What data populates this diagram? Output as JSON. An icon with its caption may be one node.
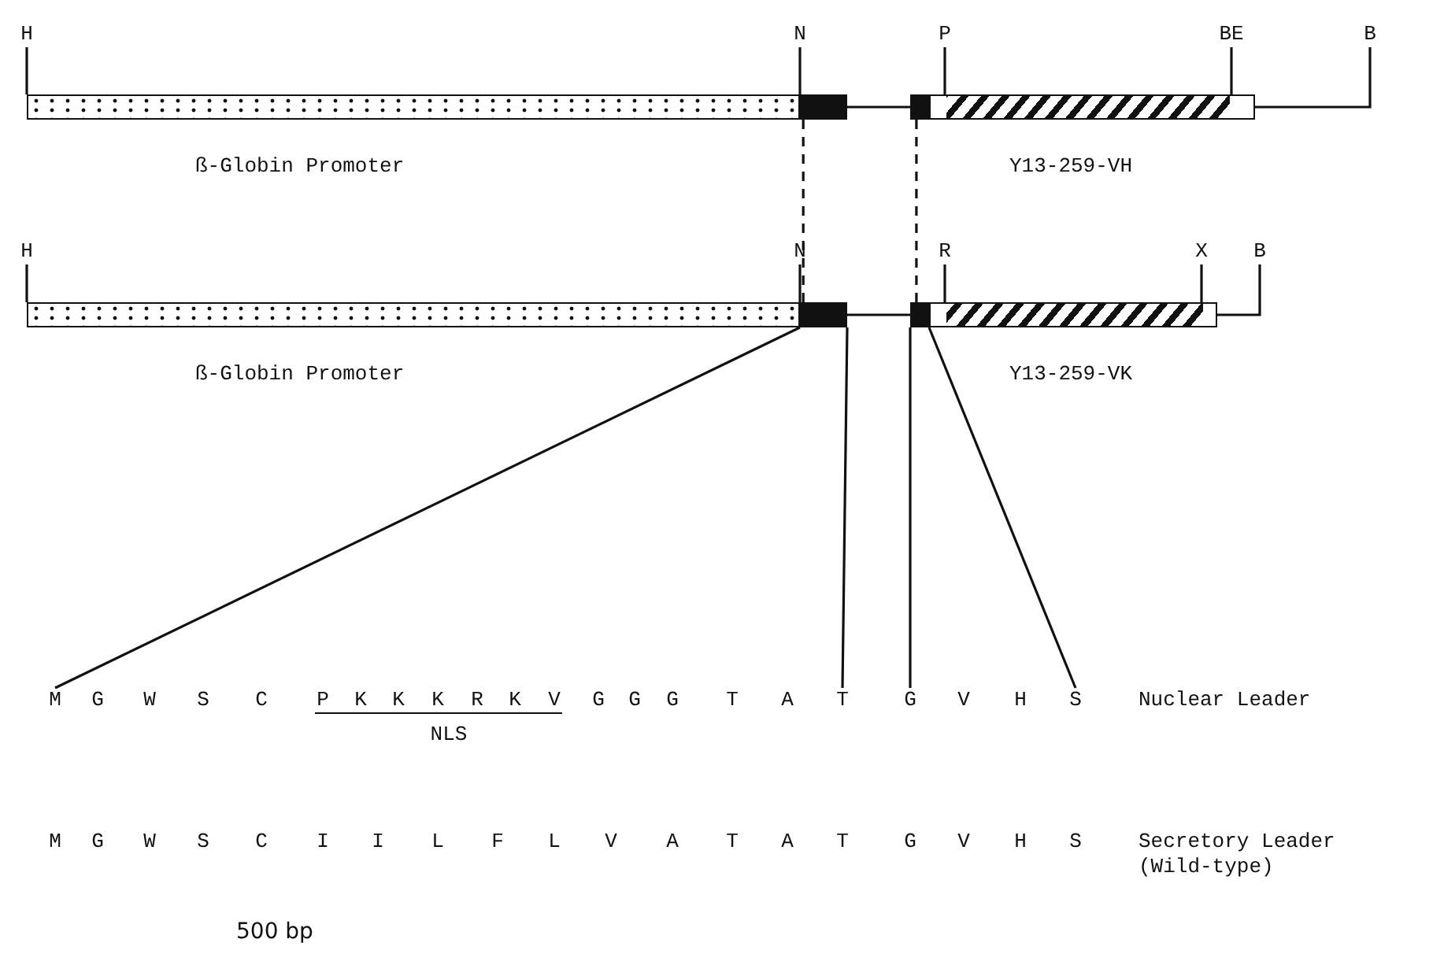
{
  "diagram": {
    "nodes": [
      {
        "text": [
          "ß-Globin Promoter"
        ]
      },
      {
        "text": [],
        "shape": "bar"
      },
      {
        "text": [],
        "shape": "bar"
      },
      {
        "text": [
          "Y13-259-VH"
        ]
      },
      {
        "text": [
          "ß-Globin Promoter"
        ]
      },
      {
        "text": [],
        "shape": "bar"
      },
      {
        "text": [],
        "shape": "bar"
      },
      {
        "text": [
          "Y13-259-VK"
        ]
      },
      {
        "text": [
          "M"
        ]
      },
      {
        "text": [
          "T"
        ]
      },
      {
        "text": [
          "G"
        ]
      },
      {
        "text": [
          "S"
        ]
      },
      {
        "text": [
          "H"
        ]
      },
      {
        "text": [
          "N"
        ]
      },
      {
        "text": [
          "P"
        ]
      },
      {
        "text": [
          "BE"
        ]
      },
      {
        "text": [
          "B"
        ]
      },
      {
        "text": [
          "H"
        ]
      },
      {
        "text": [
          "N"
        ]
      },
      {
        "text": [
          "R"
        ]
      },
      {
        "text": [
          "X"
        ]
      },
      {
        "text": [
          "B"
        ]
      }
    ],
    "edges": [
      {
        "from": 1,
        "to": 5,
        "arrow": "none",
        "style": "dashed"
      },
      {
        "from": 2,
        "to": 6,
        "arrow": "none",
        "style": "dashed"
      },
      {
        "from": 1,
        "to": 2,
        "arrow": "none"
      },
      {
        "from": 5,
        "to": 6,
        "arrow": "none"
      },
      {
        "from": 5,
        "to": 8,
        "arrow": "none"
      },
      {
        "from": 5,
        "to": 9,
        "arrow": "none"
      },
      {
        "from": 6,
        "to": 10,
        "arrow": "none"
      },
      {
        "from": 6,
        "to": 11,
        "arrow": "none"
      },
      {
        "from": 12,
        "to": 0,
        "arrow": "none"
      },
      {
        "from": 13,
        "to": 1,
        "arrow": "none"
      },
      {
        "from": 14,
        "to": 3,
        "arrow": "none"
      },
      {
        "from": 15,
        "to": 3,
        "arrow": "none"
      },
      {
        "from": 16,
        "to": 3,
        "arrow": "none"
      },
      {
        "from": 17,
        "to": 4,
        "arrow": "none"
      },
      {
        "from": 18,
        "to": 5,
        "arrow": "none"
      },
      {
        "from": 19,
        "to": 7,
        "arrow": "none"
      },
      {
        "from": 20,
        "to": 7,
        "arrow": "none"
      },
      {
        "from": 21,
        "to": 7,
        "arrow": "none"
      }
    ],
    "labels": [
      "G",
      "W",
      "S",
      "C",
      "P",
      "K",
      "K",
      "K",
      "R",
      "K",
      "V",
      "G",
      "G",
      "G",
      "T",
      "A",
      "V",
      "H",
      "Nuclear Leader",
      "NLS",
      "M",
      "G",
      "W",
      "S",
      "C",
      "I",
      "I",
      "L",
      "F",
      "L",
      "V",
      "A",
      "T",
      "A",
      "T",
      "G",
      "V",
      "H",
      "S",
      "Secretory Leader (Wild-type)",
      "500 bp"
    ]
  }
}
